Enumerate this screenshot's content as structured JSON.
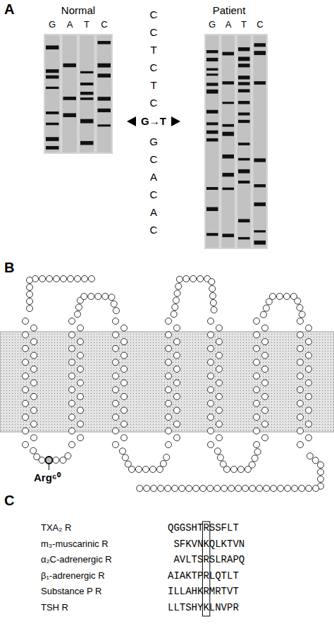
{
  "diagram": {
    "labels": [
      "A",
      "Normal",
      "G",
      "A",
      "T",
      "C",
      "C C T C T C",
      "G→T",
      "G C A C A C",
      "Patient",
      "G",
      "A",
      "T",
      "C",
      "B",
      "Arg⁶⁰",
      "C",
      "TXA₂ R",
      "QGGSHTRSSFLT",
      "m₃-muscarinic R",
      "SFKVNKQLKTVN",
      "α₂C-adrenergic R",
      "AVLTSRSLRAPQ",
      "β₁-adrenergic R",
      "AIAKTPRLQTLT",
      "Substance P R",
      "ILLAHKRMRTVT",
      "TSH R",
      "LLTSHYKLNVPR"
    ]
  }
}
